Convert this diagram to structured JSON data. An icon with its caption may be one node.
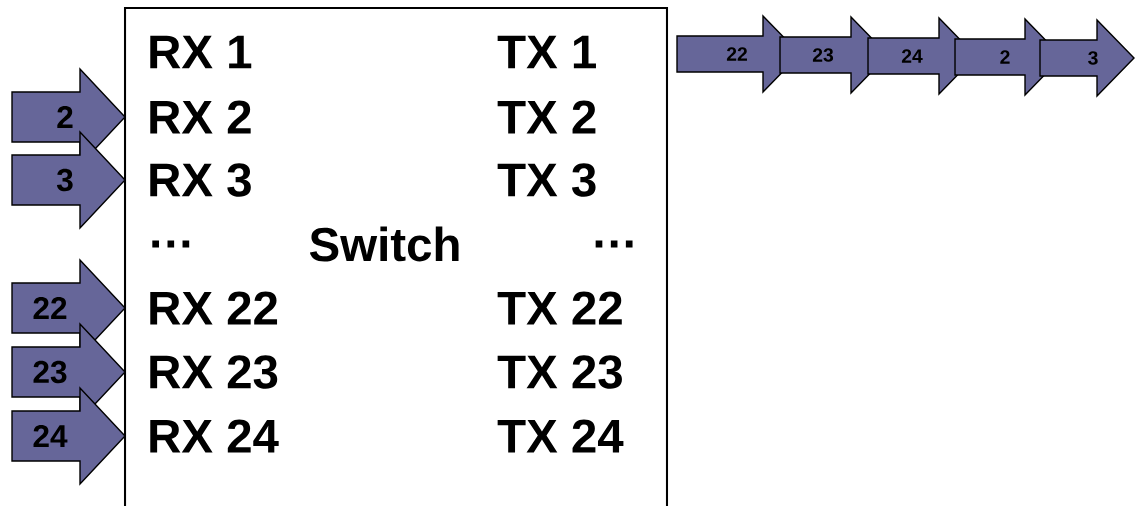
{
  "diagram": {
    "nodes": [
      {
        "text": [
          "Switch"
        ]
      },
      {
        "text": [
          "2"
        ]
      },
      {
        "text": [
          "3"
        ]
      },
      {
        "text": [
          "22"
        ]
      },
      {
        "text": [
          "23"
        ]
      },
      {
        "text": [
          "24"
        ]
      },
      {
        "text": [
          "22"
        ]
      },
      {
        "text": [
          "23"
        ]
      },
      {
        "text": [
          "24"
        ]
      },
      {
        "text": [
          "2"
        ]
      },
      {
        "text": [
          "3"
        ]
      }
    ],
    "labels": [
      "RX 1",
      "TX 1",
      "RX 2",
      "TX 2",
      "RX 3",
      "TX 3",
      "…",
      "…",
      "RX 22",
      "TX 22",
      "RX 23",
      "TX 23",
      "RX 24",
      "TX 24"
    ]
  }
}
